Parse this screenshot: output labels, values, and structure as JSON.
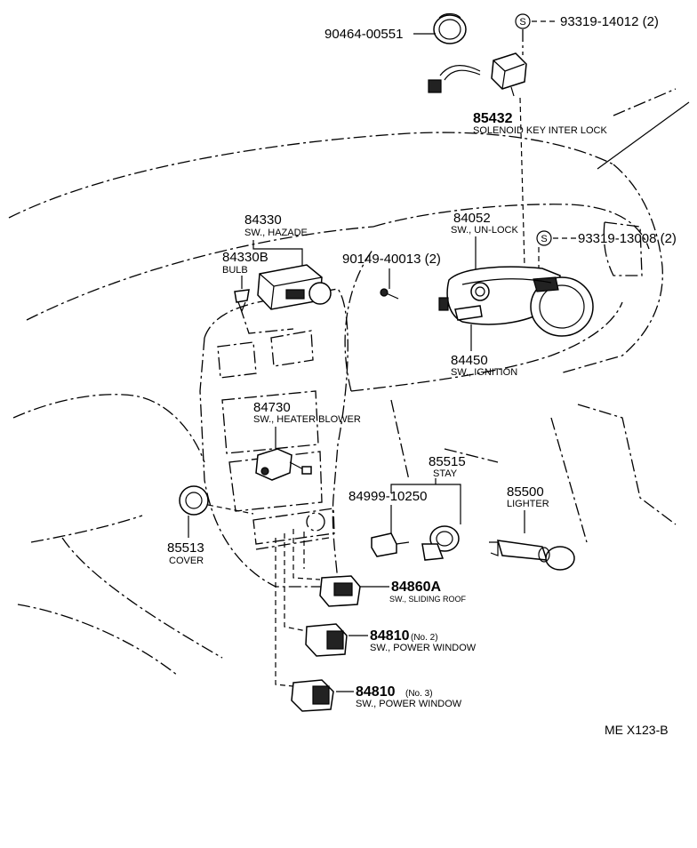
{
  "labels": {
    "p90464": "90464-00551",
    "p93319_14012": "93319-14012 (2)",
    "s_mark": "S",
    "p85432": "85432",
    "p85432_desc": "SOLENOID KEY INTER LOCK",
    "p84330": "84330",
    "p84330_desc": "SW., HAZADE",
    "p84330b": "84330B",
    "p84330b_desc": "BULB",
    "p90149": "90149-40013 (2)",
    "p84052": "84052",
    "p84052_desc": "SW., UN-LOCK",
    "p93319_13008": "93319-13008 (2)",
    "p84450": "84450",
    "p84450_desc": "SW., IGNITION",
    "p84730": "84730",
    "p84730_desc": "SW., HEATER BLOWER",
    "p85515": "85515",
    "p85515_desc": "STAY",
    "p84999": "84999-10250",
    "p85500": "85500",
    "p85500_desc": "LIGHTER",
    "p85513": "85513",
    "p85513_desc": "COVER",
    "p84860a": "84860A",
    "p84860a_desc": "SW., SLIDING ROOF",
    "p84810a": "84810",
    "p84810a_qual": "(No. 2)",
    "p84810a_desc": "SW., POWER WINDOW",
    "p84810b": "84810",
    "p84810b_qual": "(No. 3)",
    "p84810b_desc": "SW., POWER WINDOW",
    "ref_code": "ME X123-B"
  }
}
